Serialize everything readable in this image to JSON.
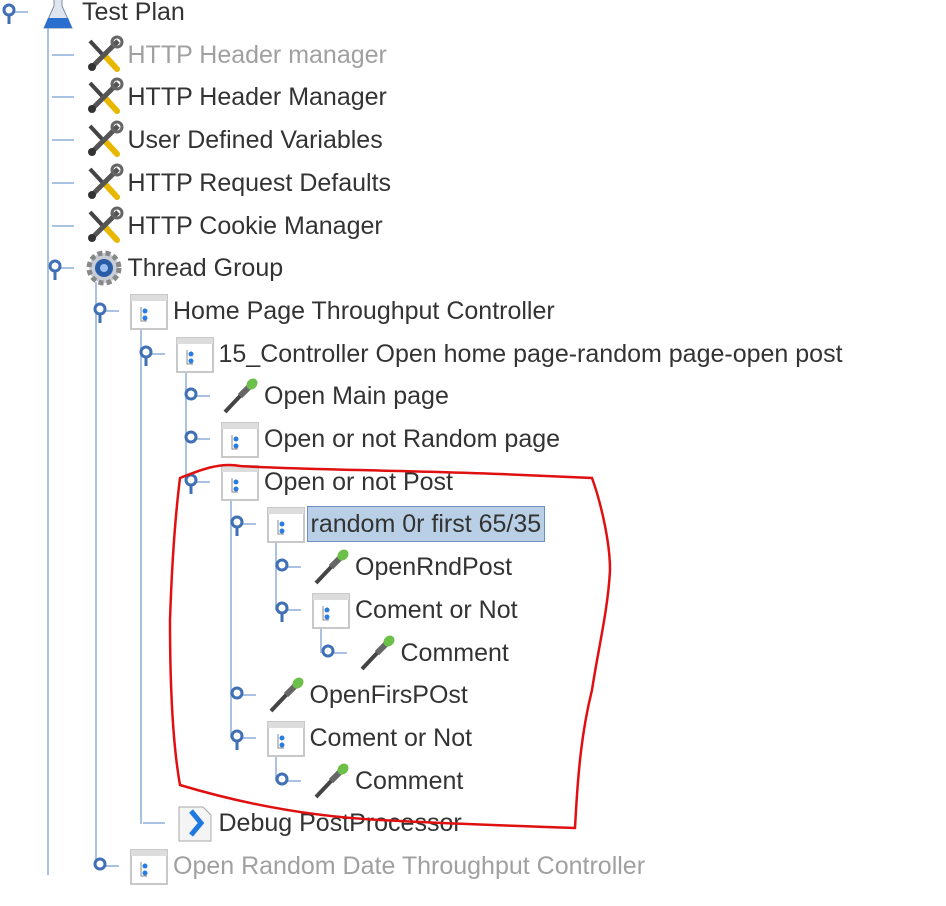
{
  "tree": {
    "nodes": [
      {
        "label": "Test Plan",
        "level": 0,
        "icon": "flask-icon",
        "expanded": true
      },
      {
        "label": "HTTP Header manager",
        "level": 1,
        "icon": "tools-icon",
        "disabled": true
      },
      {
        "label": "HTTP Header Manager",
        "level": 1,
        "icon": "tools-icon"
      },
      {
        "label": "User Defined Variables",
        "level": 1,
        "icon": "tools-icon"
      },
      {
        "label": "HTTP Request Defaults",
        "level": 1,
        "icon": "tools-icon"
      },
      {
        "label": "HTTP Cookie Manager",
        "level": 1,
        "icon": "tools-icon"
      },
      {
        "label": "Thread Group",
        "level": 1,
        "icon": "gear-icon",
        "expanded": true
      },
      {
        "label": "Home Page Throughput Controller",
        "level": 2,
        "icon": "controller-icon",
        "expanded": true
      },
      {
        "label": "15_Controller Open home page-random page-open post",
        "level": 3,
        "icon": "controller-icon",
        "expanded": true
      },
      {
        "label": "Open Main page",
        "level": 4,
        "icon": "sampler-icon",
        "expanded": false
      },
      {
        "label": "Open or not Random page",
        "level": 4,
        "icon": "controller-icon",
        "expanded": false
      },
      {
        "label": "Open or not Post",
        "level": 4,
        "icon": "controller-icon",
        "expanded": true
      },
      {
        "label": "random 0r first 65/35",
        "level": 5,
        "icon": "controller-icon",
        "expanded": true,
        "selected": true
      },
      {
        "label": "OpenRndPost",
        "level": 6,
        "icon": "sampler-icon",
        "expanded": false
      },
      {
        "label": "Coment or Not",
        "level": 6,
        "icon": "controller-icon",
        "expanded": true
      },
      {
        "label": "Comment",
        "level": 7,
        "icon": "sampler-icon",
        "expanded": false
      },
      {
        "label": "OpenFirsPOst",
        "level": 5,
        "icon": "sampler-icon",
        "expanded": false
      },
      {
        "label": "Coment or Not",
        "level": 5,
        "icon": "controller-icon",
        "expanded": true
      },
      {
        "label": "Comment",
        "level": 6,
        "icon": "sampler-icon",
        "expanded": false
      },
      {
        "label": "Debug PostProcessor",
        "level": 3,
        "icon": "debug-icon"
      },
      {
        "label": "Open Random Date Throughput Controller",
        "level": 2,
        "icon": "controller-icon",
        "expanded": false,
        "disabled": true
      }
    ]
  },
  "colors": {
    "line": "#8fb0d8",
    "handle": "#3f6fb5",
    "selection": "#b8cfe6",
    "annotation": "#e01010"
  }
}
